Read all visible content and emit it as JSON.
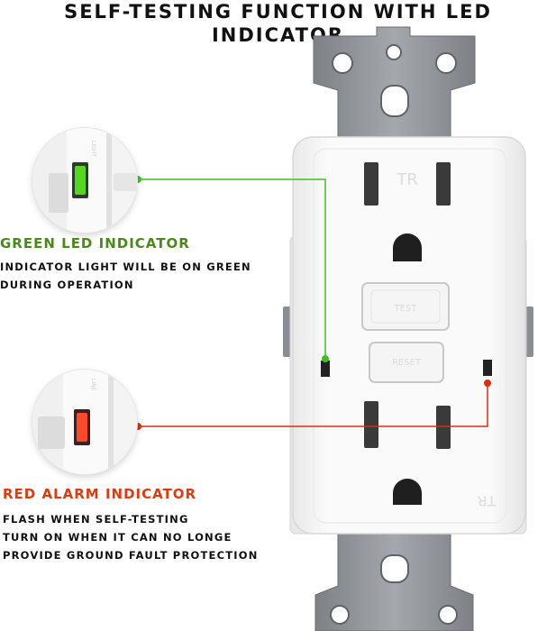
{
  "title": "SELF-TESTING FUNCTION WITH LED INDICATOR",
  "green": {
    "heading": "GREEN LED INDICATOR",
    "desc_lines": [
      "INDICATOR LIGHT WILL BE ON GREEN",
      "DURING OPERATION"
    ],
    "color": "#4a8a1a",
    "led_color": "#56d81f"
  },
  "red": {
    "heading": "RED ALARM INDICATOR",
    "desc_lines": [
      "FLASH WHEN SELF-TESTING",
      "TURN ON WHEN IT CAN NO LONGE",
      "PROVIDE GROUND FAULT PROTECTION"
    ],
    "color": "#e03a10",
    "led_color": "#ff4a2a"
  },
  "device": {
    "outlet_marking": "TR",
    "test_button_label": "TEST",
    "reset_button_label": "RESET",
    "plate_color": "#8e9296",
    "body_color": "#f7f7f7"
  }
}
